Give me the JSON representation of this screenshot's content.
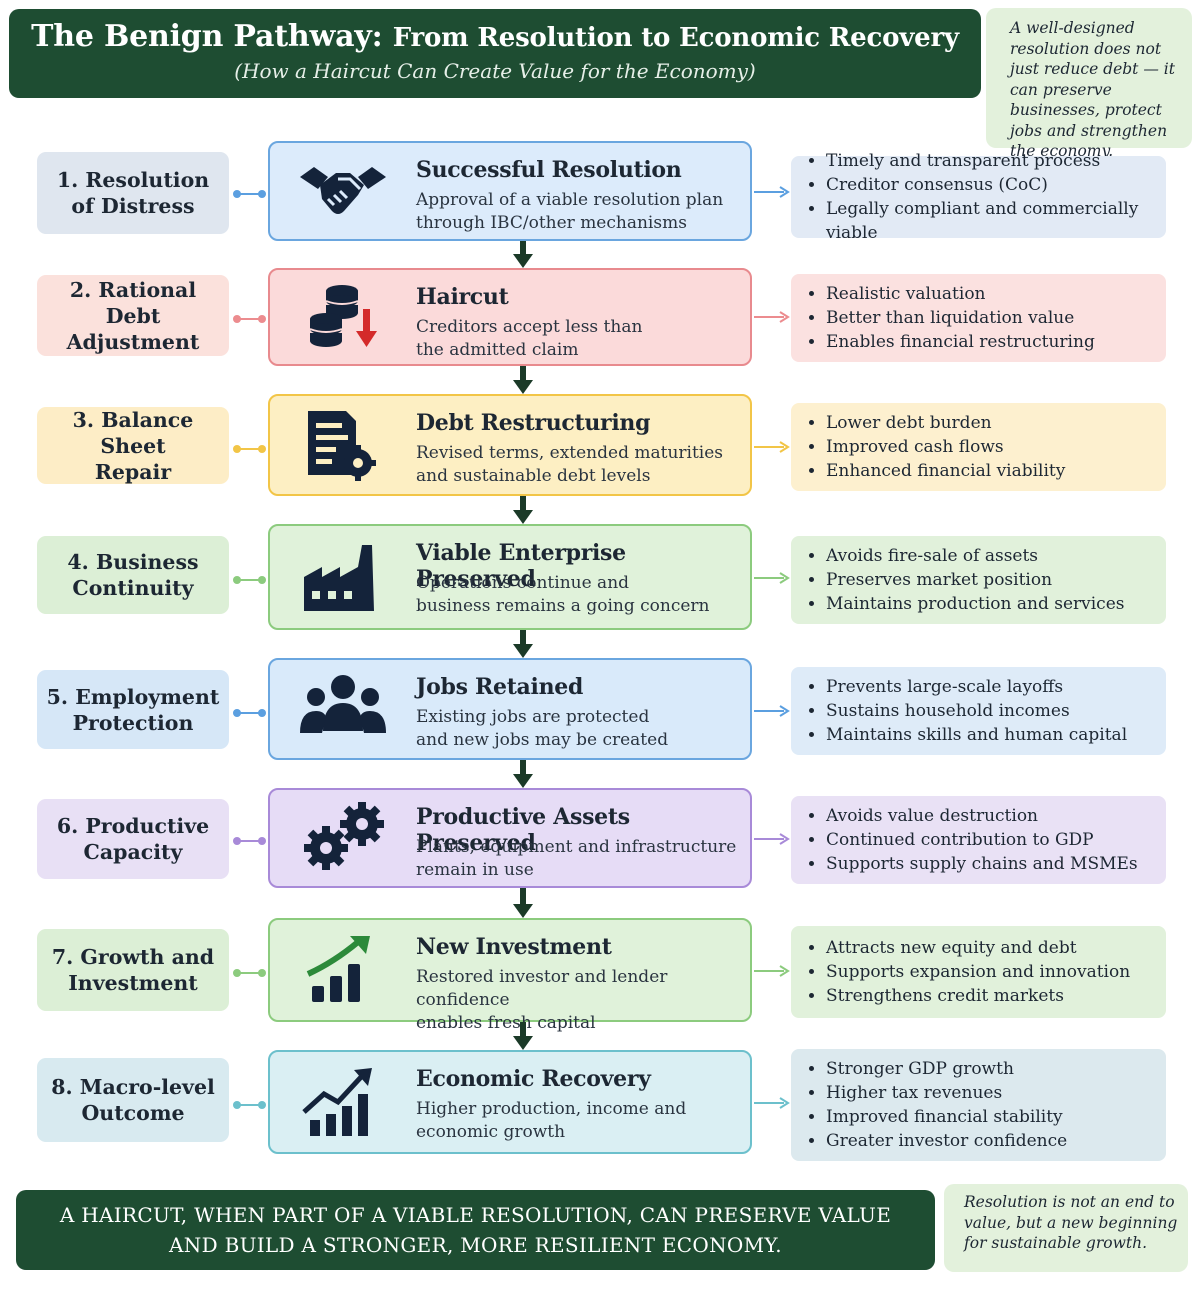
{
  "header": {
    "title_main": "The Benign Pathway:",
    "title_rest": "From Resolution to Economic Recovery",
    "subtitle": "(How a Haircut Can Create Value for the Economy)"
  },
  "note_top": "A well-designed resolution does not just reduce debt — it can preserve businesses, protect jobs and strengthen the economy.",
  "stages": [
    {
      "label_line1": "1. Resolution",
      "label_line2": "of Distress",
      "icon": "handshake-icon",
      "title": "Successful Resolution",
      "desc_line1": "Approval of a viable resolution plan",
      "desc_line2": "through IBC/other mechanisms",
      "benefits": [
        "Timely and transparent process",
        "Creditor consensus (CoC)",
        "Legally compliant and commercially viable"
      ],
      "colors": {
        "label_bg": "#dfe6ef",
        "box_bg": "#dcebfb",
        "box_border": "#6aa6df",
        "benefit_bg": "#e2eaf5",
        "connector": "#5b9fe0"
      }
    },
    {
      "label_line1": "2. Rational",
      "label_line2": "Debt Adjustment",
      "icon": "coins-down-icon",
      "title": "Haircut",
      "desc_line1": "Creditors accept less than",
      "desc_line2": "the admitted claim",
      "benefits": [
        "Realistic valuation",
        "Better than liquidation value",
        "Enables financial restructuring"
      ],
      "colors": {
        "label_bg": "#fbe1dc",
        "box_bg": "#fbdada",
        "box_border": "#e88a8e",
        "benefit_bg": "#fbe1e0",
        "connector": "#ec8c8f"
      }
    },
    {
      "label_line1": "3. Balance Sheet",
      "label_line2": "Repair",
      "icon": "document-gear-icon",
      "title": "Debt Restructuring",
      "desc_line1": "Revised terms, extended maturities",
      "desc_line2": "and sustainable debt levels",
      "benefits": [
        "Lower debt burden",
        "Improved cash flows",
        "Enhanced financial viability"
      ],
      "colors": {
        "label_bg": "#fdedc6",
        "box_bg": "#fdefc3",
        "box_border": "#f2c547",
        "benefit_bg": "#fdf0cf",
        "connector": "#f2c547"
      }
    },
    {
      "label_line1": "4. Business",
      "label_line2": "Continuity",
      "icon": "factory-icon",
      "title": "Viable Enterprise Preserved",
      "desc_line1": "Operations continue and",
      "desc_line2": "business remains a going concern",
      "benefits": [
        "Avoids fire-sale of assets",
        "Preserves market position",
        "Maintains production and services"
      ],
      "colors": {
        "label_bg": "#dcefd6",
        "box_bg": "#e0f2da",
        "box_border": "#8ccb7e",
        "benefit_bg": "#e1f1db",
        "connector": "#8ccb7e"
      }
    },
    {
      "label_line1": "5. Employment",
      "label_line2": "Protection",
      "icon": "people-icon",
      "title": "Jobs Retained",
      "desc_line1": "Existing jobs are protected",
      "desc_line2": "and new jobs may be created",
      "benefits": [
        "Prevents large-scale layoffs",
        "Sustains household incomes",
        "Maintains skills and human capital"
      ],
      "colors": {
        "label_bg": "#d6e7f7",
        "box_bg": "#d9eafa",
        "box_border": "#6aa6df",
        "benefit_bg": "#deebf8",
        "connector": "#5b9fe0"
      }
    },
    {
      "label_line1": "6. Productive",
      "label_line2": "Capacity",
      "icon": "gears-icon",
      "title": "Productive Assets Preserved",
      "desc_line1": "Plants, equipment and infrastructure",
      "desc_line2": "remain in use",
      "benefits": [
        "Avoids value destruction",
        "Continued contribution to GDP",
        "Supports supply chains and MSMEs"
      ],
      "colors": {
        "label_bg": "#e8e0f5",
        "box_bg": "#e6dcf6",
        "box_border": "#a88ad8",
        "benefit_bg": "#e9e1f5",
        "connector": "#a88ad8"
      }
    },
    {
      "label_line1": "7. Growth and",
      "label_line2": "Investment",
      "icon": "growth-chart-icon",
      "title": "New Investment",
      "desc_line1": "Restored investor and lender confidence",
      "desc_line2": "enables fresh capital",
      "benefits": [
        "Attracts new equity and debt",
        "Supports expansion and innovation",
        "Strengthens credit markets"
      ],
      "colors": {
        "label_bg": "#dcefd6",
        "box_bg": "#e0f2da",
        "box_border": "#8ccb7e",
        "benefit_bg": "#e1f1db",
        "connector": "#8ccb7e"
      }
    },
    {
      "label_line1": "8. Macro-level",
      "label_line2": "Outcome",
      "icon": "economy-chart-icon",
      "title": "Economic Recovery",
      "desc_line1": "Higher production, income and",
      "desc_line2": "economic growth",
      "benefits": [
        "Stronger GDP growth",
        "Higher tax revenues",
        "Improved financial stability",
        "Greater investor confidence"
      ],
      "colors": {
        "label_bg": "#d8eaf0",
        "box_bg": "#daeff3",
        "box_border": "#6cc0cc",
        "benefit_bg": "#dce9ee",
        "connector": "#6cc0cc"
      }
    }
  ],
  "footer": {
    "line1": "A HAIRCUT, WHEN PART OF A VIABLE RESOLUTION, CAN PRESERVE VALUE",
    "line2": "AND BUILD A STRONGER, MORE RESILIENT ECONOMY."
  },
  "note_bottom": "Resolution is not an end to value, but a new beginning for sustainable growth.",
  "colors": {
    "header_bg": "#1e4d32",
    "arrow_down": "#1b3a28",
    "icon_ink": "#14233a",
    "icon_red": "#d42a2a",
    "icon_green": "#2c8a3a"
  }
}
